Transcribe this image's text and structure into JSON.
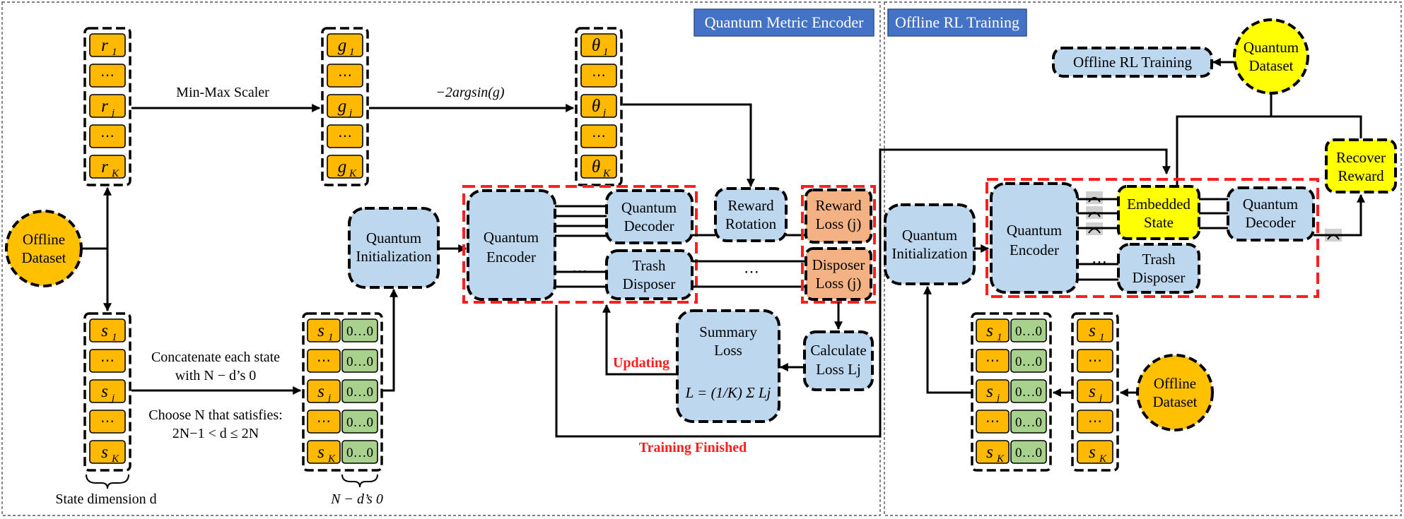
{
  "panels": {
    "encoder_title": "Quantum Metric Encoder",
    "training_title": "Offline RL Training"
  },
  "vectors": {
    "ellipsis": "⋯",
    "r": [
      "r",
      "r",
      "r",
      "r",
      "r"
    ],
    "g": [
      "g",
      "g",
      "g",
      "g",
      "g"
    ],
    "theta": [
      "θ",
      "θ",
      "θ",
      "θ",
      "θ"
    ],
    "s": [
      "s",
      "s",
      "s",
      "s",
      "s"
    ],
    "subscripts": [
      "1",
      "j",
      "K"
    ],
    "zeros": "0…0"
  },
  "labels": {
    "min_max": "Min-Max Scaler",
    "angle": "−2argsin(g)",
    "concat_line1": "Concatenate each state",
    "concat_line2": "with N − d’s 0",
    "choose_line1": "Choose N that satisfies:",
    "choose_line2": "2N−1 < d ≤ 2N",
    "state_dim": "State dimension d",
    "padding": "N − d’s 0",
    "updating": "Updating",
    "training_finished": "Training Finished",
    "dots": "⋯"
  },
  "nodes": {
    "offline_dataset": [
      "Offline",
      "Dataset"
    ],
    "quantum_init": [
      "Quantum",
      "Initialization"
    ],
    "quantum_encoder": [
      "Quantum",
      "Encoder"
    ],
    "quantum_decoder": [
      "Quantum",
      "Decoder"
    ],
    "trash_disposer": [
      "Trash",
      "Disposer"
    ],
    "reward_rotation": [
      "Reward",
      "Rotation"
    ],
    "reward_loss": [
      "Reward",
      "Loss (j)"
    ],
    "disposer_loss": [
      "Disposer",
      "Loss (j)"
    ],
    "calculate_loss": [
      "Calculate",
      "Loss Lj"
    ],
    "summary_loss": [
      "Summary",
      "Loss"
    ],
    "summary_formula": "L = (1/K) Σ Lj",
    "offline_rl_training": "Offline RL Training",
    "quantum_dataset": [
      "Quantum",
      "Dataset"
    ],
    "recover_reward": [
      "Recover",
      "Reward"
    ],
    "embedded_state": [
      "Embedded",
      "State"
    ]
  },
  "colors": {
    "gold": "#FFB900",
    "green": "#A9D18E",
    "blue": "#BDD7EE",
    "orange": "#F4B183",
    "yellow": "#FFFF00",
    "red": "#FF1E1E",
    "header": "#4472C4"
  }
}
